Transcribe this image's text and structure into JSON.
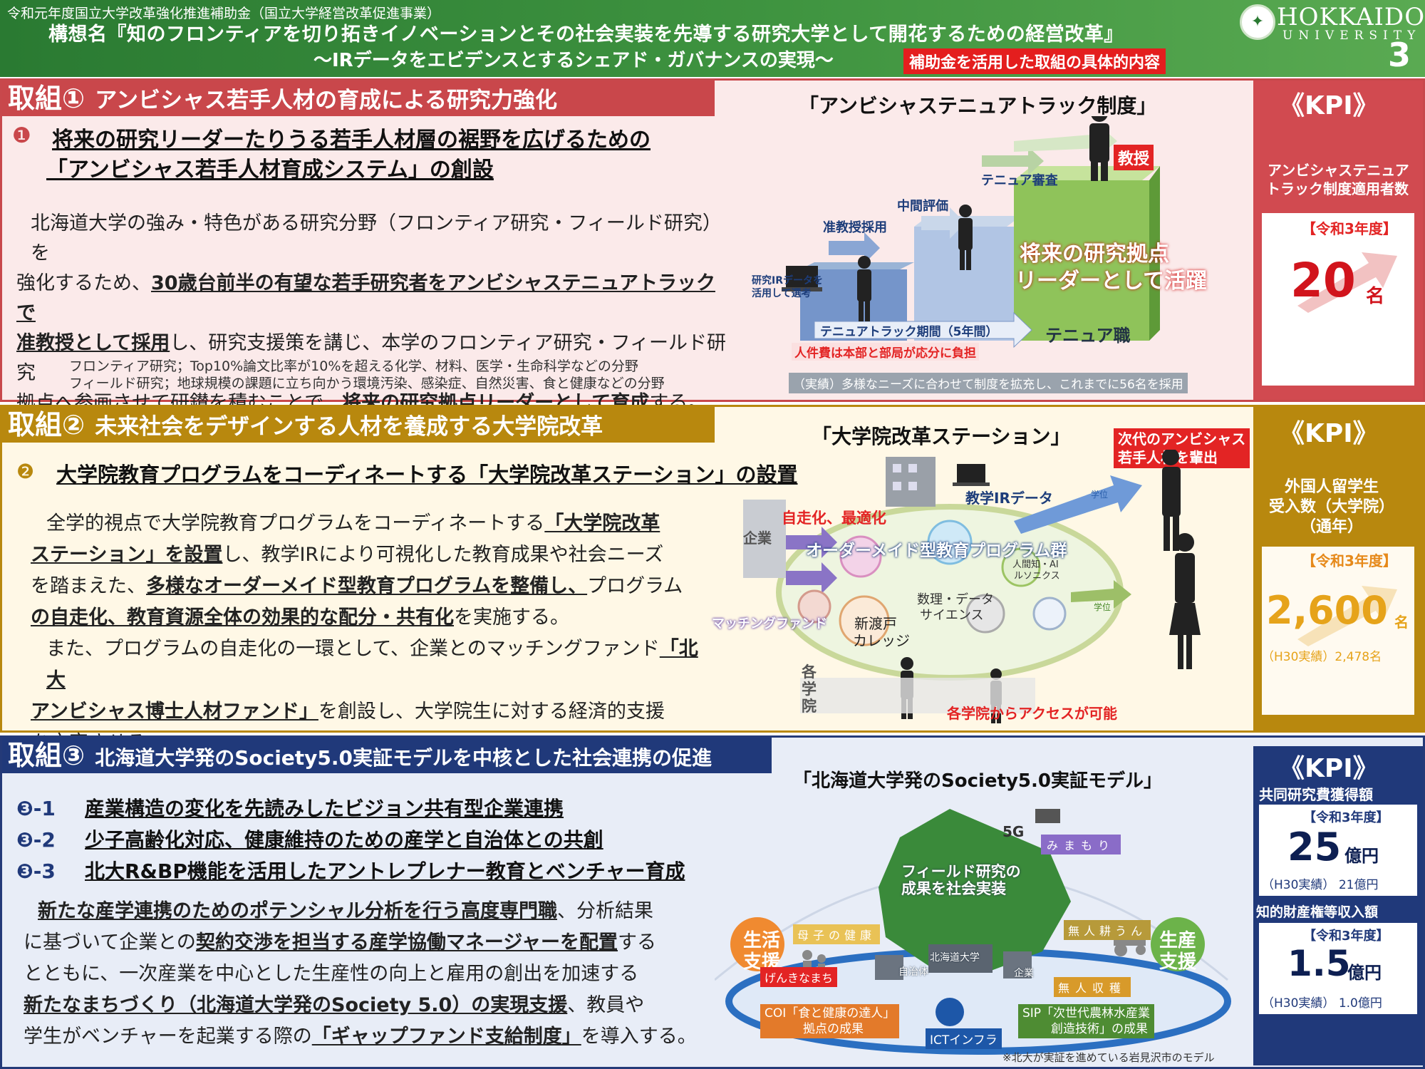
{
  "header": {
    "subsidy": "令和元年度国立大学改革強化推進補助金（国立大学経営改革促進事業）",
    "title": "構想名『知のフロンティアを切り拓きイノベーションとその社会実装を先導する研究大学として開花するための経営改革』",
    "subtitle": "～IRデータをエビデンスとするシェアド・ガバナンスの実現～",
    "tag": "補助金を活用した取組の具体的内容",
    "logo_line1": "HOKKAIDO",
    "logo_line2": "UNIVERSITY",
    "page": "3"
  },
  "s1": {
    "num": "取組①",
    "title": "アンビシャス若手人材の育成による研究力強化",
    "bullet": "❶",
    "heading1": "将来の研究リーダーたりうる若手人材層の裾野を広げるための",
    "heading2": "「アンビシャス若手人材育成システム」の創設",
    "p1": "北海道大学の強み・特色がある研究分野（フロンティア研究・フィールド研究）を",
    "p2a": "強化するため、",
    "p2b": "30歳台前半の有望な若手研究者をアンビシャステニュアトラックで",
    "p3a": "准教授として採用",
    "p3b": "し、研究支援策を講じ、本学のフロンティア研究・フィールド研究",
    "p4a": "拠点へ参画させて研鑚を積むことで、",
    "p4b": "将来の研究拠点リーダーとして育成",
    "p4c": "する。",
    "note1": "フロンティア研究；Top10%論文比率が10%を超える化学、材料、医学・生命科学などの分野",
    "note2": "フィールド研究；地球規模の課題に立ち向かう環境汚染、感染症、自然災害、食と健康などの分野",
    "diagram": {
      "title": "「アンビシャステニュアトラック制度」",
      "professor": "教授",
      "tenure_review": "テニュア審査",
      "mid_eval": "中間評価",
      "assoc_hire": "准教授採用",
      "ir_use1": "研究IRデータを",
      "ir_use2": "活用して選考",
      "period": "テニュアトラック期間（5年間）",
      "cost": "人件費は本部と部局が応分に負担",
      "leader1": "将来の研究拠点",
      "leader2": "リーダーとして活躍",
      "tenure_post": "テニュア職",
      "result": "（実績）多様なニーズに合わせて制度を拡充し、これまでに56名を採用"
    },
    "kpi": {
      "head": "《KPI》",
      "label1": "アンビシャステニュア",
      "label2": "トラック制度適用者数",
      "year": "【令和3年度】",
      "value": "20",
      "unit": "名"
    }
  },
  "s2": {
    "num": "取組②",
    "title": "未来社会をデザインする人材を養成する大学院改革",
    "bullet": "❷",
    "heading": "大学院教育プログラムをコーディネートする「大学院改革ステーション」の設置",
    "l1a": "全学的視点で大学院教育プログラムをコーディネートする",
    "l1b": "「大学院改革",
    "l2a": "ステーション」を設置",
    "l2b": "し、教学IRにより可視化した教育成果や社会ニーズ",
    "l3a": "を踏まえた、",
    "l3b": "多様なオーダーメイド型教育プログラムを整備し、",
    "l3c": "プログラム",
    "l4a": "の自走化、教育資源全体の効果的な配分・共有化",
    "l4b": "を実施する。",
    "l5a": "また、プログラムの自走化の一環として、企業とのマッチングファンド",
    "l5b": "「北大",
    "l6a": "アンビシャス博士人材ファンド」",
    "l6b": "を創設し、大学院生に対する経済的支援",
    "l7": "を充実させる。",
    "diagram": {
      "title": "「大学院改革ステーション」",
      "next_gen1": "次代のアンビシャス",
      "next_gen2": "若手人材を輩出",
      "edu_ir": "教学IRデータ",
      "self_run": "自走化、最適化",
      "company": "企業",
      "ordermade": "オーダーメイド型教育プログラム群",
      "ai": "人間知・AI",
      "ai2": "ルソニクス",
      "datasci1": "数理・データ",
      "datasci2": "サイエンス",
      "matching": "マッチングファンド",
      "nitobe1": "新渡戸",
      "nitobe2": "カレッジ",
      "each_school": "各学院",
      "access": "各学院からアクセスが可能",
      "degree": "学位"
    },
    "kpi": {
      "head": "《KPI》",
      "label1": "外国人留学生",
      "label2": "受入数（大学院）",
      "label3": "（通年）",
      "year": "【令和3年度】",
      "value": "2,600",
      "unit": "名",
      "prev": "（H30実績）2,478名"
    }
  },
  "s3": {
    "num": "取組③",
    "title": "北海道大学発のSociety5.0実証モデルを中核とした社会連携の促進",
    "items": [
      {
        "num": "❸-1",
        "text": "産業構造の変化を先読みしたビジョン共有型企業連携"
      },
      {
        "num": "❸-2",
        "text": "少子高齢化対応、健康維持のための産学と自治体との共創"
      },
      {
        "num": "❸-3",
        "text": "北大R&BP機能を活用したアントレプレナー教育とベンチャー育成"
      }
    ],
    "b1a": "新たな産学連携のためのポテンシャル分析を行う高度専門職",
    "b1b": "、分析結果",
    "b2a": "に基づいて企業との",
    "b2b": "契約交渉を担当する産学協働マネージャーを配置",
    "b2c": "する",
    "b3": "とともに、一次産業を中心とした生産性の向上と雇用の創出を加速する",
    "b4a": "新たなまちづくり（北海道大学発のSociety 5.0）の実現支援",
    "b4b": "、教員や",
    "b5a": "学生がベンチャーを起業する際の",
    "b5b": "「ギャップファンド支給制度」",
    "b5c": "を導入する。",
    "diagram": {
      "title": "「北海道大学発のSociety5.0実証モデル」",
      "g5": "5G",
      "mimamori": "みまもり",
      "field1": "フィールド研究の",
      "field2": "成果を社会実装",
      "life1": "生活",
      "life2": "支援",
      "prod1": "生産",
      "prod2": "支援",
      "maternal": "母子の健康",
      "driverless": "無人耕うん",
      "genki": "げんきなまち",
      "harvest": "無人収穫",
      "hokudai": "北海道大学",
      "municipality": "自治体",
      "company": "企業",
      "coi1": "COI「食と健康の達人」",
      "coi2": "拠点の成果",
      "ict": "ICTインフラ",
      "sip1": "SIP「次世代農林水産業",
      "sip2": "創造技術」の成果",
      "footnote": "※北大が実証を進めている岩見沢市のモデル"
    },
    "kpi": {
      "head": "《KPI》",
      "label_a": "共同研究費獲得額",
      "year_a": "【令和3年度】",
      "value_a": "25",
      "unit_a": "億円",
      "prev_a": "（H30実績） 21億円",
      "label_b": "知的財産権等収入額",
      "year_b": "【令和3年度】",
      "value_b": "1.5",
      "unit_b": "億円",
      "prev_b": "（H30実績） 1.0億円"
    }
  }
}
